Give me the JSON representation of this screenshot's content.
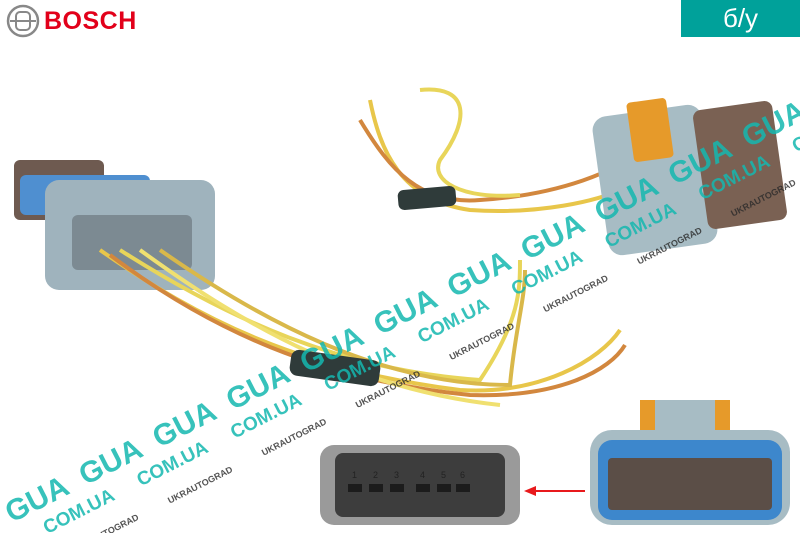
{
  "brand": {
    "name": "BOSCH",
    "color": "#e2001a"
  },
  "condition_badge": {
    "label": "б/у",
    "color": "#00a19a"
  },
  "watermark": {
    "word1": "GUA",
    "word2": "COM.UA",
    "word3": "UKRAUTOGRAD",
    "color": "#15b8b0"
  },
  "connector_pins": [
    "1",
    "2",
    "3",
    "4",
    "5",
    "6"
  ],
  "arrow_color": "#e8191c"
}
